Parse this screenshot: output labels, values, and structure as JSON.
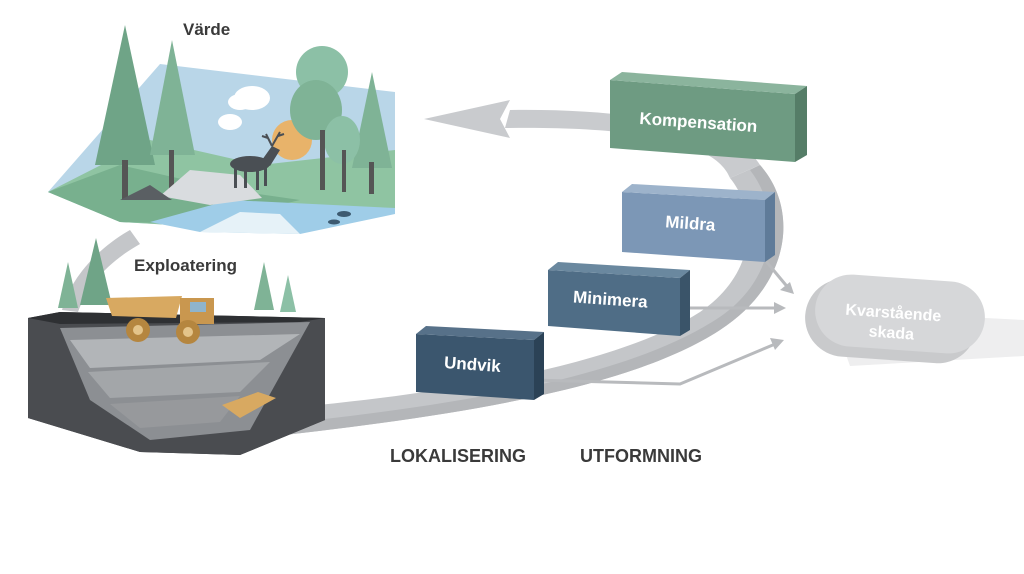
{
  "labels": {
    "varde": "Värde",
    "exploatering": "Exploatering",
    "lokalisering": "LOKALISERING",
    "utformning": "UTFORMNING"
  },
  "steps": {
    "kompensation": "Kompensation",
    "mildra": "Mildra",
    "minimera": "Minimera",
    "undvik": "Undvik"
  },
  "residual": {
    "line1": "Kvarstående",
    "line2": "skada"
  },
  "colors": {
    "kompensation": "#6e9b82",
    "mildra": "#7c97b6",
    "minimera": "#4f6d86",
    "undvik": "#3b566e",
    "arrow": "#c4c6c9",
    "residual": "#c9cacc",
    "text_dark": "#3a3a3a"
  }
}
